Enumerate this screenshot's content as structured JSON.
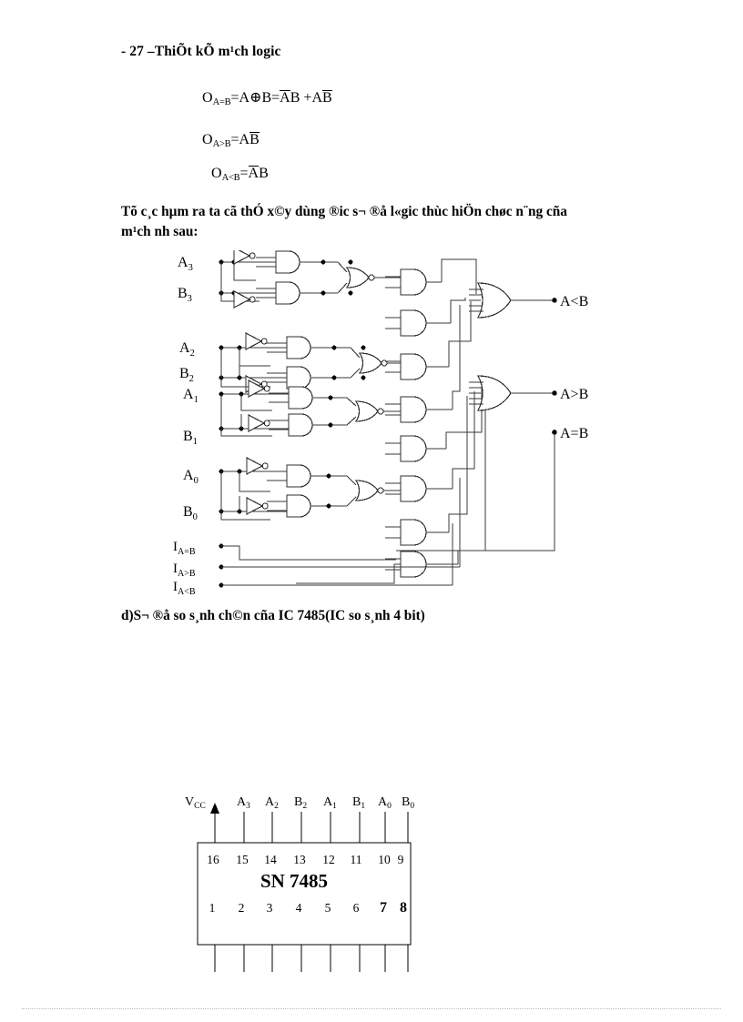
{
  "document": {
    "page_header": "- 27 –ThiÕt kÕ m¹ch logic",
    "formulas": [
      {
        "id": "o-aeqb",
        "lhs_main": "O",
        "lhs_sub": "A=B",
        "rhs": "=A⊕B=",
        "term1_over": "A",
        "term1_rest": "B",
        "plus": " +",
        "term2": "AB",
        "term2_over": true
      },
      {
        "id": "o-agtb",
        "lhs_main": "O",
        "lhs_sub": "A>B",
        "rhs": "=A",
        "term1": "B",
        "term1_over": true
      },
      {
        "id": "o-altb",
        "lhs_main": "O",
        "lhs_sub": "A<B",
        "rhs": "=",
        "term1": "A",
        "term1_over": true,
        "term2": "B"
      }
    ],
    "formula_text": {
      "eq_line1": "O",
      "eq_line1_sub": "A=B",
      "eq_line1_body": "=A⊕B=A̅B +AB̅",
      "eq_line2": "O",
      "eq_line2_sub": "A>B",
      "eq_line2_body": "=AB̅",
      "eq_line3": "O",
      "eq_line3_sub": "A<B",
      "eq_line3_body": "=A̅B"
    },
    "paragraph_line1": "Tõ c¸c hµm ra ta cã thÓ x©y dùng ®ic  s¬ ®å l«gic thùc hiÖn chøc n¨ng cña",
    "paragraph_line2": "m¹ch nh  sau:",
    "caption": "d)S¬ ®å so s¸nh ch©n cña IC 7485(IC so s¸nh 4 bit)"
  },
  "logic_diagram": {
    "name": "4-bit magnitude comparator logic schematic",
    "inputs": [
      {
        "label": "A",
        "sub": "3"
      },
      {
        "label": "B",
        "sub": "3"
      },
      {
        "label": "A",
        "sub": "2"
      },
      {
        "label": "B",
        "sub": "2"
      },
      {
        "label": "A",
        "sub": "1"
      },
      {
        "label": "B",
        "sub": "1"
      },
      {
        "label": "A",
        "sub": "0"
      },
      {
        "label": "B",
        "sub": "0"
      },
      {
        "label": "I",
        "sub": "A=B"
      },
      {
        "label": "I",
        "sub": "A>B"
      },
      {
        "label": "I",
        "sub": "A<B"
      }
    ],
    "outputs": [
      {
        "label": "A<B"
      },
      {
        "label": "A>B"
      },
      {
        "label": "A=B"
      }
    ],
    "gate_types": [
      "inverter",
      "and",
      "nor",
      "or"
    ],
    "line_color": "#3a3a3a",
    "node_color": "#000000"
  },
  "ic_diagram": {
    "part_number": "SN 7485",
    "top_labels": [
      {
        "label": "V",
        "sub": "CC"
      },
      {
        "label": "A",
        "sub": "3"
      },
      {
        "label": "A",
        "sub": "2"
      },
      {
        "label": "B",
        "sub": "2"
      },
      {
        "label": "A",
        "sub": "1"
      },
      {
        "label": "B",
        "sub": "1"
      },
      {
        "label": "A",
        "sub": "0"
      },
      {
        "label": "B",
        "sub": "0"
      }
    ],
    "top_pin_numbers": [
      "16",
      "15",
      "14",
      "13",
      "12",
      "11",
      "10",
      "9"
    ],
    "bottom_pin_numbers": [
      "1",
      "2",
      "3",
      "4",
      "5",
      "6",
      "7",
      "8"
    ],
    "border_color": "#000000"
  }
}
